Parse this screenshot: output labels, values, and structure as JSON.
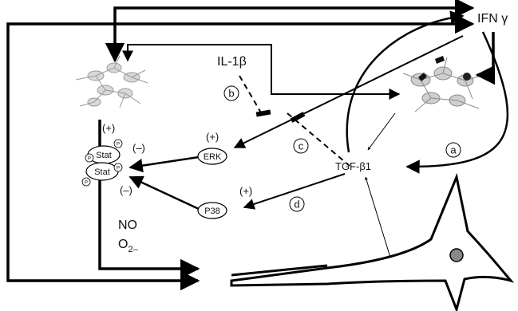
{
  "labels": {
    "ifn": "IFN γ",
    "il1b": "IL-1β",
    "tgf": "TGF-β1",
    "erk": "ERK",
    "p38": "P38",
    "stat_top": "Stat",
    "stat_bottom": "Stat",
    "p_mark": "P",
    "plus_stat": "(+)",
    "minus_stat_right": "(–)",
    "minus_stat_lower": "(–)",
    "plus_erk": "(+)",
    "plus_p38": "(+)",
    "no": "NO",
    "o2": "O",
    "o2_sub": "2–",
    "mark_a": "a",
    "mark_b": "b",
    "mark_c": "c",
    "mark_d": "d"
  }
}
